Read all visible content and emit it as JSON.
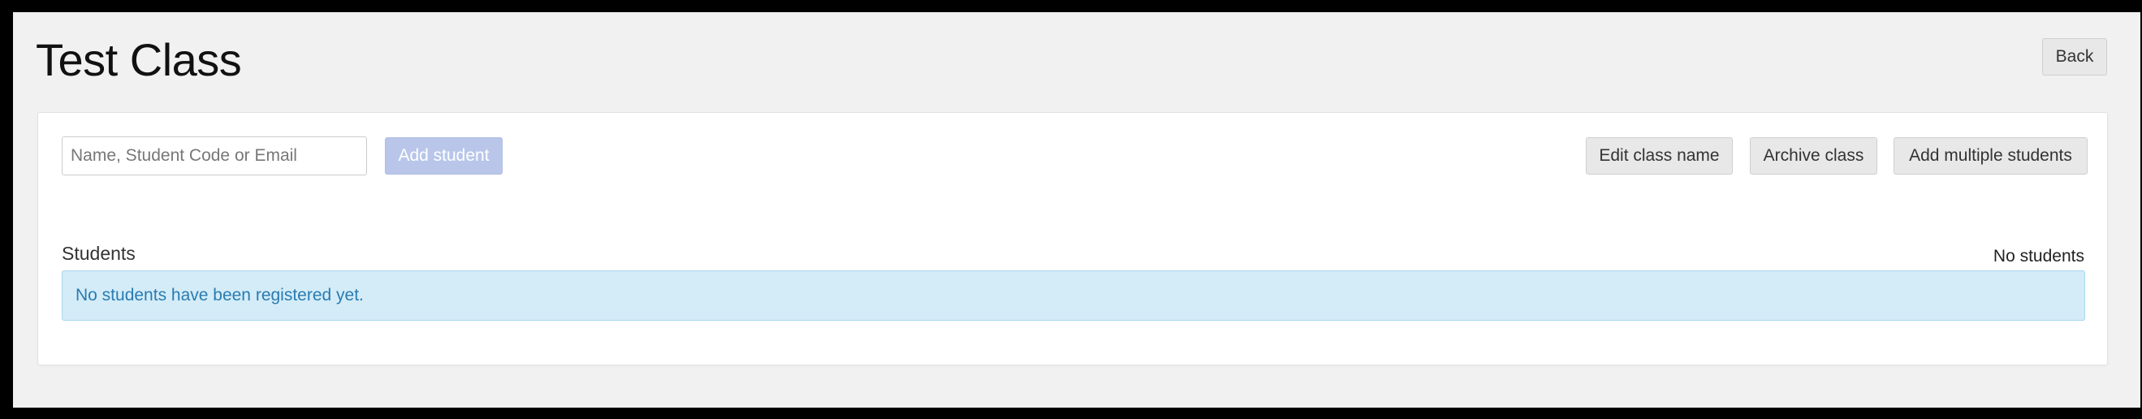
{
  "header": {
    "title": "Test Class",
    "back_label": "Back"
  },
  "toolbar": {
    "search_placeholder": "Name, Student Code or Email",
    "search_value": "",
    "add_student_label": "Add student",
    "edit_class_name_label": "Edit class name",
    "archive_class_label": "Archive class",
    "add_multiple_label": "Add multiple students"
  },
  "students": {
    "heading": "Students",
    "count_text": "No students",
    "empty_message": "No students have been registered yet."
  },
  "colors": {
    "page_background": "#f1f1f1",
    "disabled_primary": "#b9c6ea",
    "info_background": "#d3ecf8",
    "info_text": "#2a7bb0"
  }
}
